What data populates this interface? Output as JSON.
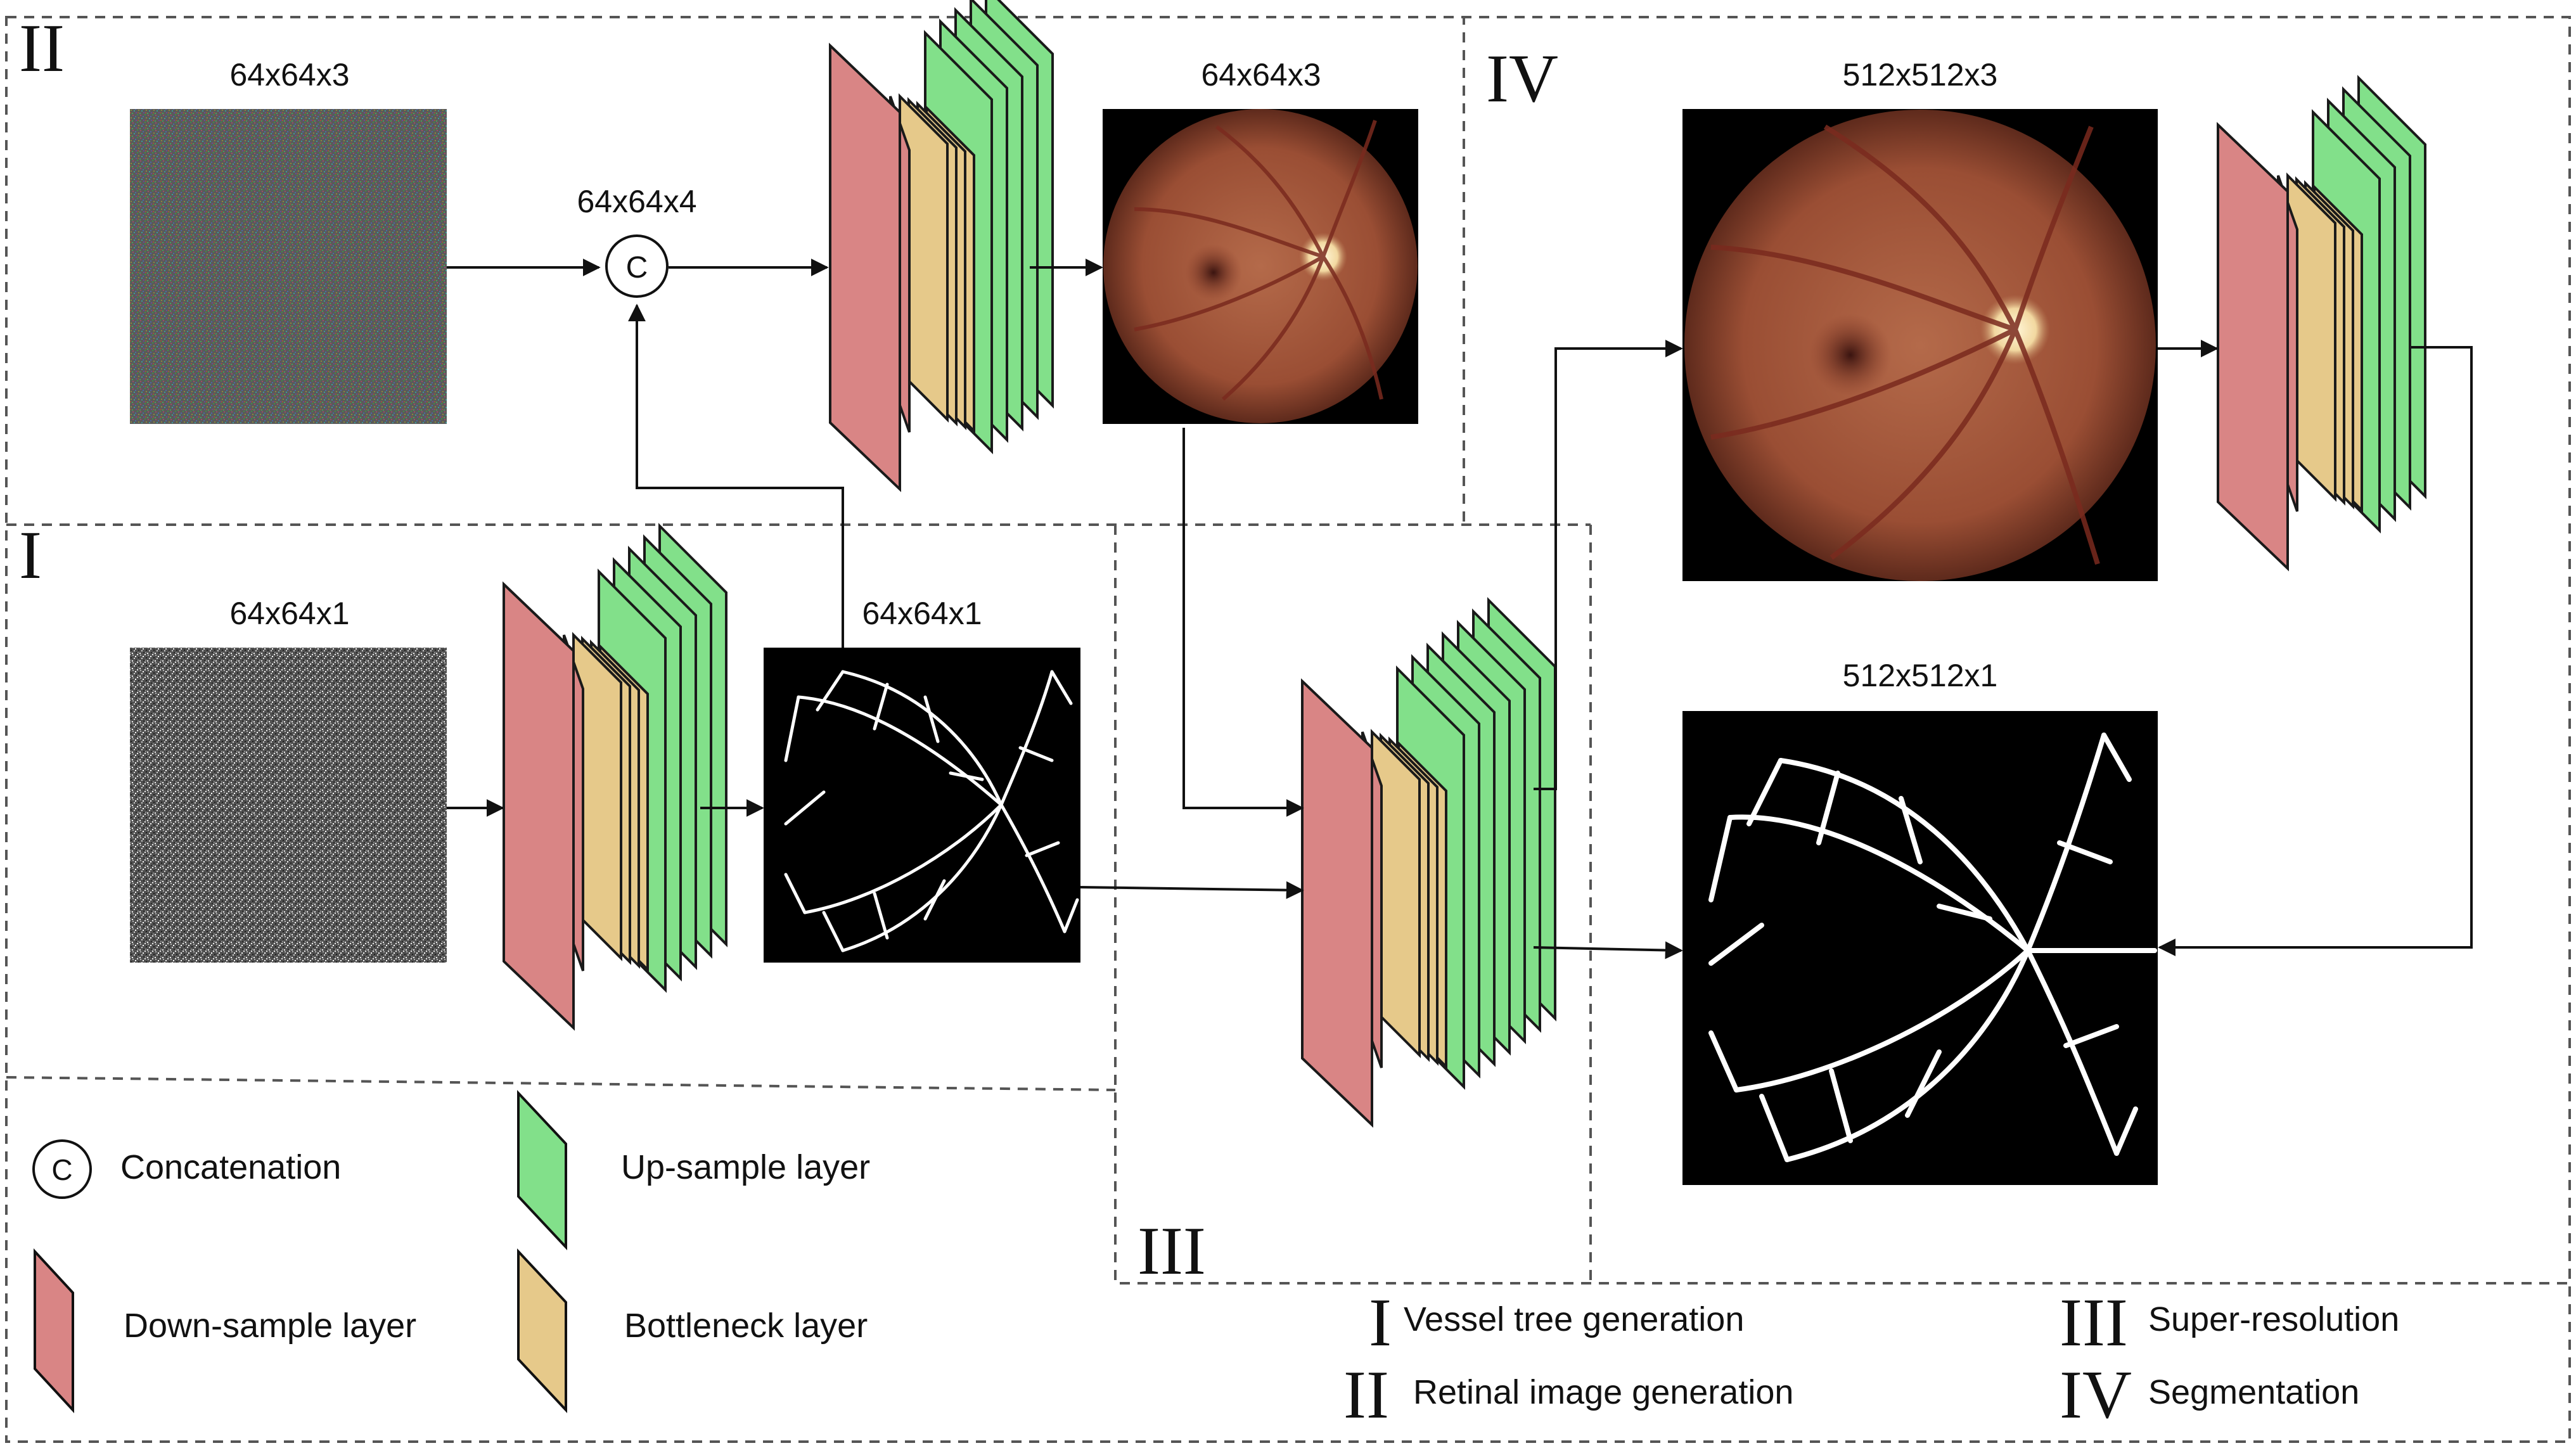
{
  "colors": {
    "downsample": "#d98585",
    "bottleneck": "#e6c98a",
    "upsample": "#82e08a",
    "stroke": "#1a1a1a",
    "dashed_border": "#555555",
    "background": "#ffffff"
  },
  "sections": {
    "I": "I",
    "II": "II",
    "III": "III",
    "IV": "IV"
  },
  "labels": {
    "noise_rgb": "64x64x3",
    "concat_out": "64x64x4",
    "retina_small": "64x64x3",
    "noise_gray": "64x64x1",
    "vessel_small": "64x64x1",
    "retina_large": "512x512x3",
    "vessel_large": "512x512x1",
    "concat_symbol": "C"
  },
  "legend": {
    "concatenation": "Concatenation",
    "downsample": "Down-sample layer",
    "upsample": "Up-sample layer",
    "bottleneck": "Bottleneck layer"
  },
  "key": [
    {
      "numeral": "I",
      "text": "Vessel tree generation"
    },
    {
      "numeral": "II",
      "text": "Retinal image generation"
    },
    {
      "numeral": "III",
      "text": "Super-resolution"
    },
    {
      "numeral": "IV",
      "text": "Segmentation"
    }
  ],
  "icons": {
    "noise_rgb": "rgb-noise-image",
    "noise_gray": "grayscale-noise-image",
    "retina": "retinal-fundus-image",
    "vessel": "vessel-segmentation-map",
    "network": "encoder-decoder-block",
    "concat": "concatenation-circle"
  }
}
